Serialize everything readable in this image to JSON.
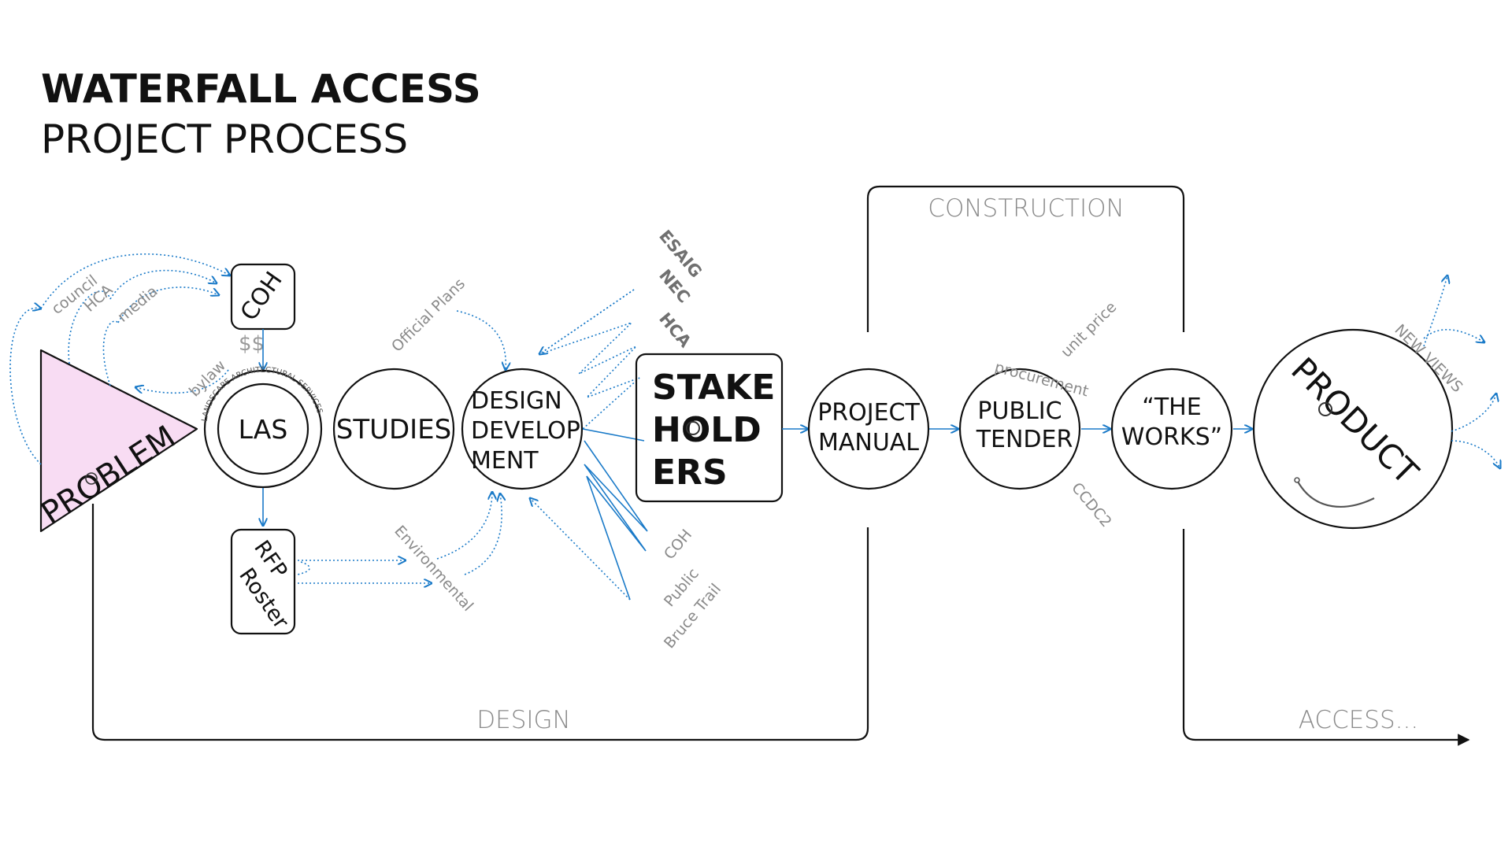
{
  "title": {
    "line1": "WATERFALL ACCESS",
    "line2": "PROJECT PROCESS"
  },
  "phases": {
    "design": "DESIGN",
    "construction": "CONSTRUCTION",
    "access": "ACCESS..."
  },
  "nodes": {
    "problem": "PROBLEM",
    "coh": "COH",
    "dollars": "$$",
    "las": "LAS",
    "las_ring": "LANDSCAPE ARCHITECTURAL SERVICES",
    "rfp": "RFP",
    "roster": "Roster",
    "studies": "STUDIES",
    "design_dev": [
      "DESIGN",
      "DEVELOP",
      "MENT"
    ],
    "stakeholders": [
      "STAKE",
      "HOLD",
      "ERS"
    ],
    "project_manual": [
      "PROJECT",
      "MANUAL"
    ],
    "public_tender": [
      "PUBLIC",
      "TENDER"
    ],
    "the_works": [
      "“THE",
      "WORKS”"
    ],
    "product": "PRODUCT"
  },
  "labels": {
    "council": "council",
    "hca_left": "HCA",
    "media": "media",
    "bylaw": "bylaw",
    "official_plans": "Official Plans",
    "environmental": "Environmental",
    "esaig": "ESAIG",
    "nec": "NEC",
    "hca_top": "HCA",
    "coh_bottom": "COH",
    "public": "Public",
    "bruce_trail": "Bruce Trail",
    "procurement": "procurement",
    "unit_price": "unit price",
    "ccdc2": "CCDC2",
    "new_views": "NEW VIEWS"
  },
  "colors": {
    "accent_blue": "#1a7ac8",
    "problem_fill": "#f8dcf3",
    "line": "#111111",
    "muted": "#8a8a8a"
  }
}
